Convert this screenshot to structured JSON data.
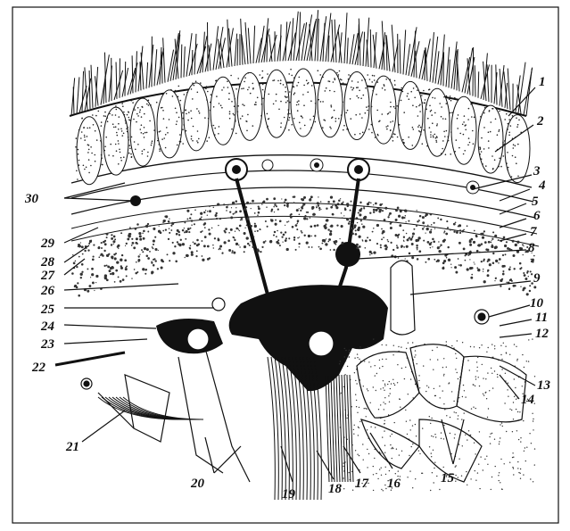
{
  "figure": {
    "labels_right": [
      "1",
      "2",
      "3",
      "4",
      "5",
      "6",
      "7",
      "8",
      "9",
      "10",
      "11",
      "12",
      "13",
      "14"
    ],
    "labels_bottom": [
      "15",
      "16",
      "17",
      "18",
      "19",
      "20",
      "21"
    ],
    "labels_left": [
      "22",
      "23",
      "24",
      "25",
      "26",
      "27",
      "28",
      "29",
      "30"
    ]
  },
  "colors": {
    "ink": "#111111",
    "paper": "#ffffff"
  }
}
